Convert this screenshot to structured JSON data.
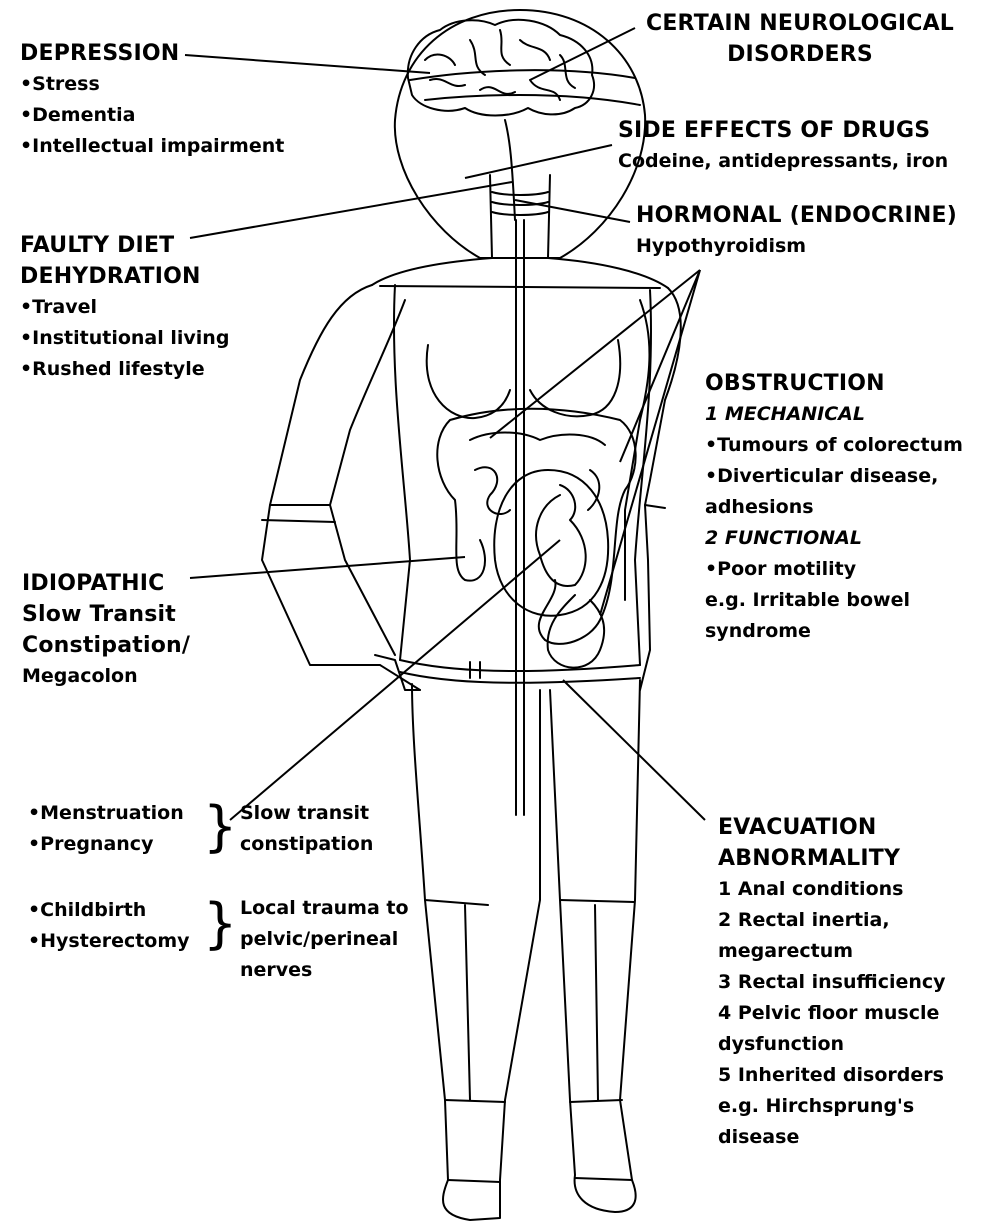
{
  "labels": {
    "neuro": {
      "l1": "CERTAIN NEUROLOGICAL",
      "l2": "DISORDERS"
    },
    "depression": {
      "title": "DEPRESSION",
      "items": [
        "•Stress",
        "•Dementia",
        "•Intellectual impairment"
      ]
    },
    "drugs": {
      "title": "SIDE EFFECTS OF DRUGS",
      "detail": "Codeine, antidepressants, iron"
    },
    "hormonal": {
      "title": "HORMONAL (ENDOCRINE)",
      "detail": "Hypothyroidism"
    },
    "diet": {
      "t1": "FAULTY DIET",
      "t2": "DEHYDRATION",
      "items": [
        "•Travel",
        "•Institutional living",
        "•Rushed lifestyle"
      ]
    },
    "obstruction": {
      "title": "OBSTRUCTION",
      "mech": "1 MECHANICAL",
      "mech_items": [
        "•Tumours of colorectum",
        "•Diverticular disease,",
        " adhesions"
      ],
      "func": "2 FUNCTIONAL",
      "func_items": [
        "•Poor motility",
        " e.g. Irritable bowel",
        " syndrome"
      ]
    },
    "idiopathic": {
      "lines": [
        "IDIOPATHIC",
        "Slow Transit",
        "Constipation/",
        "Megacolon"
      ]
    },
    "menstruation": {
      "items": [
        "•Menstruation",
        "•Pregnancy"
      ],
      "brace": "}",
      "result": [
        "Slow transit",
        "constipation"
      ]
    },
    "childbirth": {
      "items": [
        "•Childbirth",
        "•Hysterectomy"
      ],
      "brace": "}",
      "result": [
        "Local trauma to",
        "pelvic/perineal",
        "nerves"
      ]
    },
    "evacuation": {
      "t1": "EVACUATION",
      "t2": "ABNORMALITY",
      "items": [
        "1 Anal conditions",
        "2 Rectal inertia,",
        "megarectum",
        "3 Rectal insufficiency",
        "4 Pelvic floor muscle",
        "dysfunction",
        "5 Inherited disorders",
        "e.g. Hirchsprung's",
        "disease"
      ]
    }
  }
}
